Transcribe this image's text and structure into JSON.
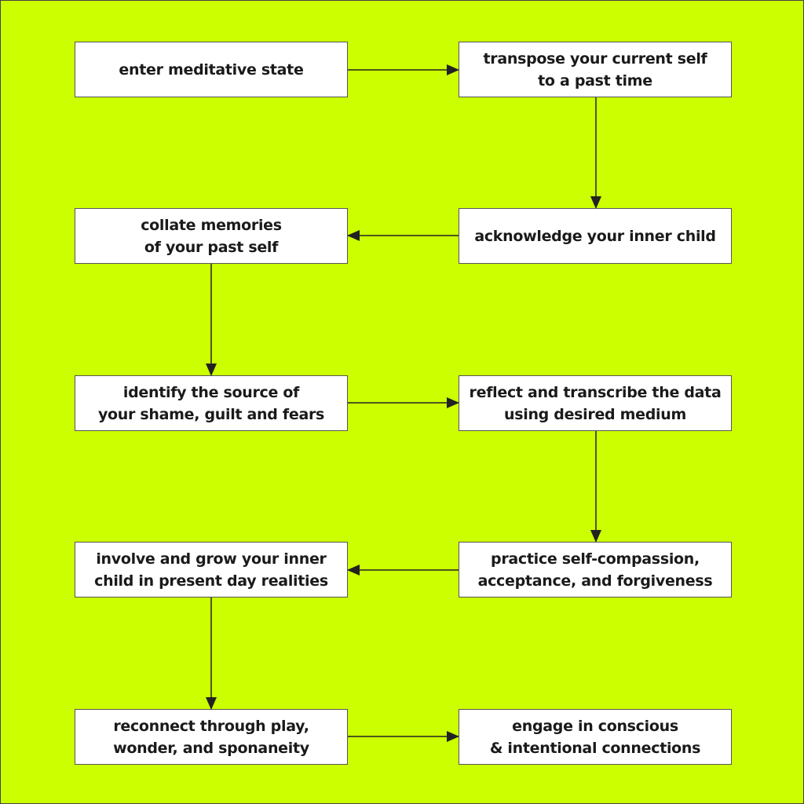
{
  "colors": {
    "background": "#ccff00",
    "box_fill": "#ffffff",
    "box_border": "#555555",
    "text": "#1a1a1a",
    "arrow": "#222222"
  },
  "steps": [
    {
      "id": "s1",
      "label": "enter meditative state"
    },
    {
      "id": "s2",
      "label": "transpose your current self\nto a past time"
    },
    {
      "id": "s3",
      "label": "acknowledge your inner child"
    },
    {
      "id": "s4",
      "label": "collate memories\nof your past self"
    },
    {
      "id": "s5",
      "label": "identify the source of\nyour shame, guilt and fears"
    },
    {
      "id": "s6",
      "label": "reflect and transcribe the data\nusing desired medium"
    },
    {
      "id": "s7",
      "label": "practice self-compassion,\nacceptance, and forgiveness"
    },
    {
      "id": "s8",
      "label": "involve and grow your inner\nchild in present day realities"
    },
    {
      "id": "s9",
      "label": "reconnect through play,\nwonder, and sponaneity"
    },
    {
      "id": "s10",
      "label": "engage in conscious\n& intentional connections"
    }
  ],
  "edges": [
    {
      "from": "s1",
      "to": "s2"
    },
    {
      "from": "s2",
      "to": "s3"
    },
    {
      "from": "s3",
      "to": "s4"
    },
    {
      "from": "s4",
      "to": "s5"
    },
    {
      "from": "s5",
      "to": "s6"
    },
    {
      "from": "s6",
      "to": "s7"
    },
    {
      "from": "s7",
      "to": "s8"
    },
    {
      "from": "s8",
      "to": "s9"
    },
    {
      "from": "s9",
      "to": "s10"
    }
  ]
}
